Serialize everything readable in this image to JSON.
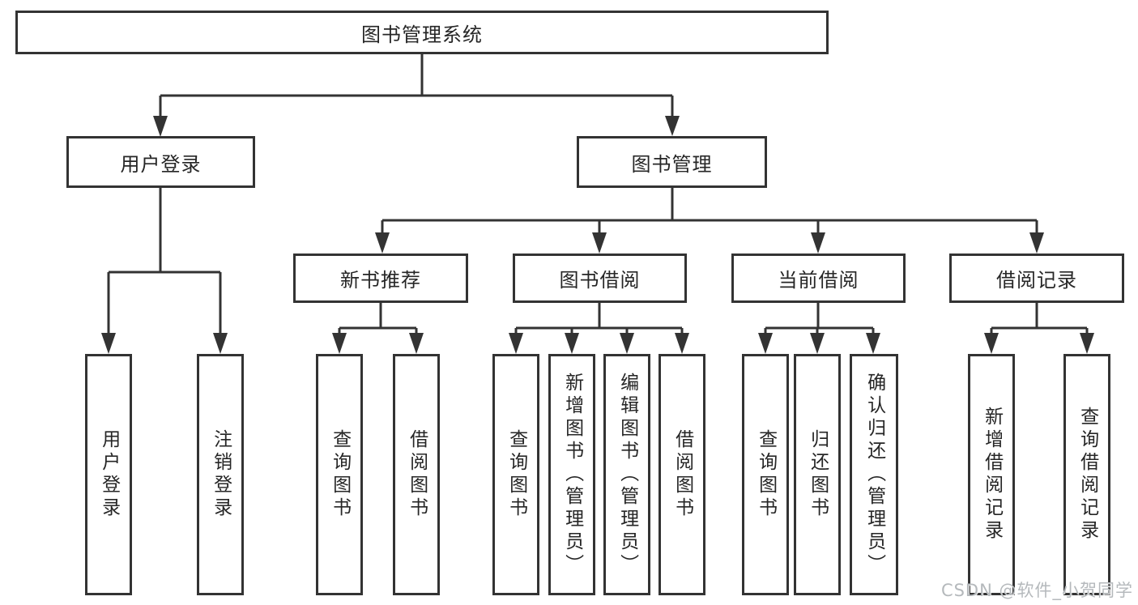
{
  "tree": {
    "root": {
      "label": "图书管理系统",
      "children": [
        {
          "label": "用户登录",
          "children": [
            {
              "label": "用户登录"
            },
            {
              "label": "注销登录"
            }
          ]
        },
        {
          "label": "图书管理",
          "children": [
            {
              "label": "新书推荐",
              "children": [
                {
                  "label": "查询图书"
                },
                {
                  "label": "借阅图书"
                }
              ]
            },
            {
              "label": "图书借阅",
              "children": [
                {
                  "label": "查询图书"
                },
                {
                  "label": "新增图书（管理员）"
                },
                {
                  "label": "编辑图书（管理员）"
                },
                {
                  "label": "借阅图书"
                }
              ]
            },
            {
              "label": "当前借阅",
              "children": [
                {
                  "label": "查询图书"
                },
                {
                  "label": "归还图书"
                },
                {
                  "label": "确认归还（管理员）"
                }
              ]
            },
            {
              "label": "借阅记录",
              "children": [
                {
                  "label": "新增借阅记录"
                },
                {
                  "label": "查询借阅记录"
                }
              ]
            }
          ]
        }
      ]
    }
  },
  "watermark": {
    "text": "CSDN @软件_小贺同学"
  },
  "colors": {
    "line": "#333333",
    "text": "#262626",
    "box_background": "#ffffff",
    "watermark": "#b5b9bc"
  }
}
